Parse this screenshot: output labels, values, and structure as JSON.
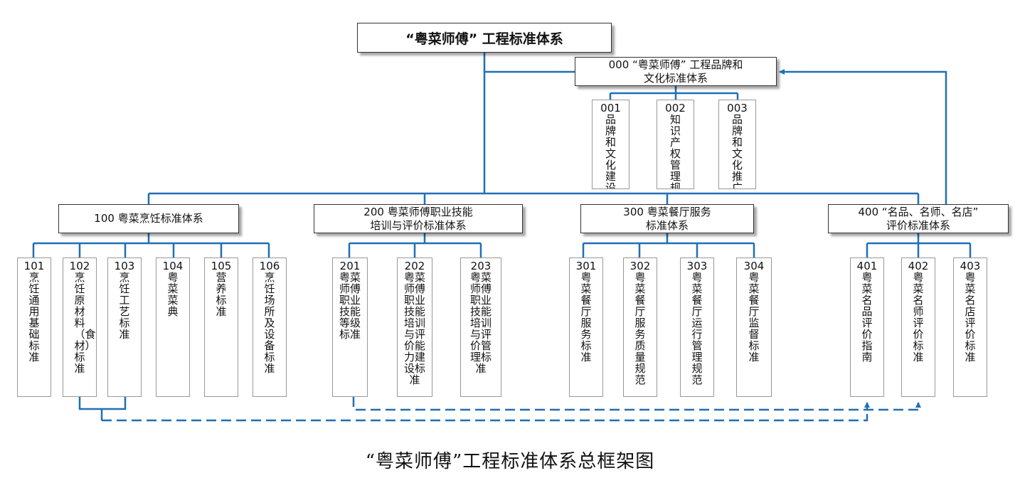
{
  "diagram": {
    "root_title": "“粤菜师傅” 工程标准体系",
    "brand_system": {
      "label": "000 “粤菜师傅” 工程品牌和\n文化标准体系",
      "children": [
        {
          "code": "001",
          "name": "品牌和文化建设指南"
        },
        {
          "code": "002",
          "name": "知识产权管理规范"
        },
        {
          "code": "003",
          "name": "品牌和文化推广实施指南"
        }
      ]
    },
    "categories": [
      {
        "label": "100 粤菜烹饪标准体系",
        "children": [
          {
            "code": "101",
            "name": "烹饪通用基础标准"
          },
          {
            "code": "102",
            "name": "烹饪原材料（食材）标准"
          },
          {
            "code": "103",
            "name": "烹饪工艺标准"
          },
          {
            "code": "104",
            "name": "粤菜菜典"
          },
          {
            "code": "105",
            "name": "营养标准"
          },
          {
            "code": "106",
            "name": "烹饪场所及设备标准"
          }
        ]
      },
      {
        "label": "200 粤菜师傅职业技能\n培训与评价标准体系",
        "children": [
          {
            "code": "201",
            "name": "粤菜师傅职业技能等级标准"
          },
          {
            "code": "202",
            "name": "粤菜师傅职业技能培训与评价能力建设标准"
          },
          {
            "code": "203",
            "name": "粤菜师傅职业技能培训与评价管理标准"
          }
        ]
      },
      {
        "label": "300 粤菜餐厅服务\n标准体系",
        "children": [
          {
            "code": "301",
            "name": "粤菜餐厅服务标准"
          },
          {
            "code": "302",
            "name": "粤菜餐厅服务质量规范"
          },
          {
            "code": "303",
            "name": "粤菜餐厅运行管理规范"
          },
          {
            "code": "304",
            "name": "粤菜餐厅监督标准"
          }
        ]
      },
      {
        "label": "400 “名品、名师、名店”\n评价标准体系",
        "children": [
          {
            "code": "401",
            "name": "粤菜名品评价指南"
          },
          {
            "code": "402",
            "name": "粤菜名师评价标准"
          },
          {
            "code": "403",
            "name": "粤菜名店评价标准"
          }
        ]
      }
    ],
    "caption": "“粤菜师傅”工程标准体系总框架图",
    "colors": {
      "connector": "#1f6fb5",
      "border": "#333333",
      "leaf_border": "#999999"
    }
  }
}
